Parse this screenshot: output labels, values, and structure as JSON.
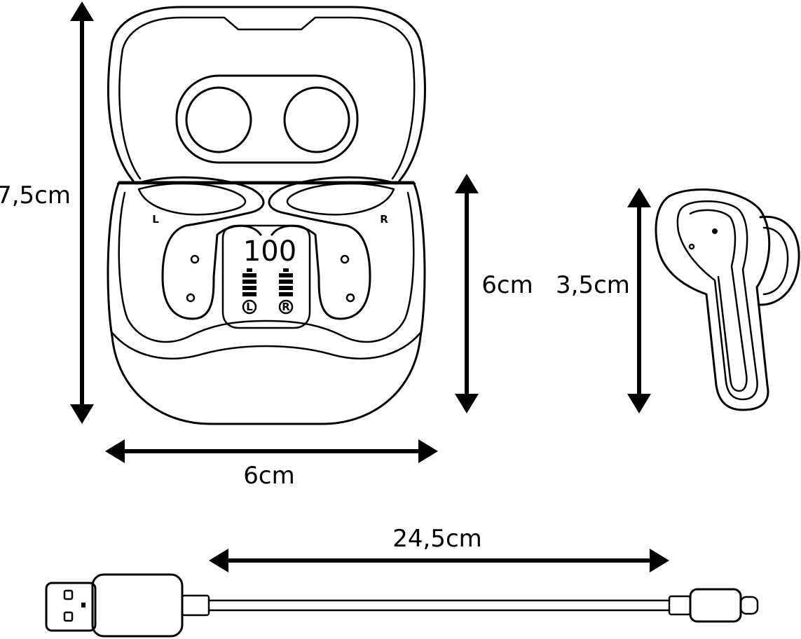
{
  "dimensions": {
    "case_height": "7,5cm",
    "case_base_height": "6cm",
    "case_width": "6cm",
    "earbud_height": "3,5cm",
    "cable_length": "24,5cm"
  },
  "case": {
    "left_label": "L",
    "right_label": "R",
    "battery_display": "100",
    "left_indicator": "L",
    "right_indicator": "R"
  }
}
